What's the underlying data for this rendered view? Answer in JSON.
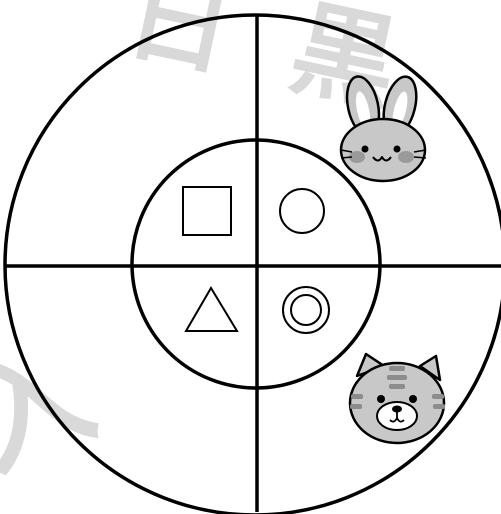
{
  "diagram": {
    "regions": {
      "inner_top_left": {
        "shape": "square"
      },
      "inner_top_right": {
        "shape": "circle"
      },
      "inner_bottom_left": {
        "shape": "triangle"
      },
      "inner_bottom_right": {
        "shape": "double-circle"
      },
      "outer_top_right": {
        "animal": "rabbit"
      },
      "outer_bottom_right": {
        "animal": "tiger"
      }
    },
    "watermark": {
      "top": "日 黒",
      "left": "入"
    }
  },
  "colors": {
    "line": "#000000",
    "background": "#ffffff",
    "animal_fur": "#c8c8c8",
    "animal_fur_dark": "#8c8c8c",
    "cheek": "#9a9a9a",
    "watermark": "#d9d9d9"
  }
}
